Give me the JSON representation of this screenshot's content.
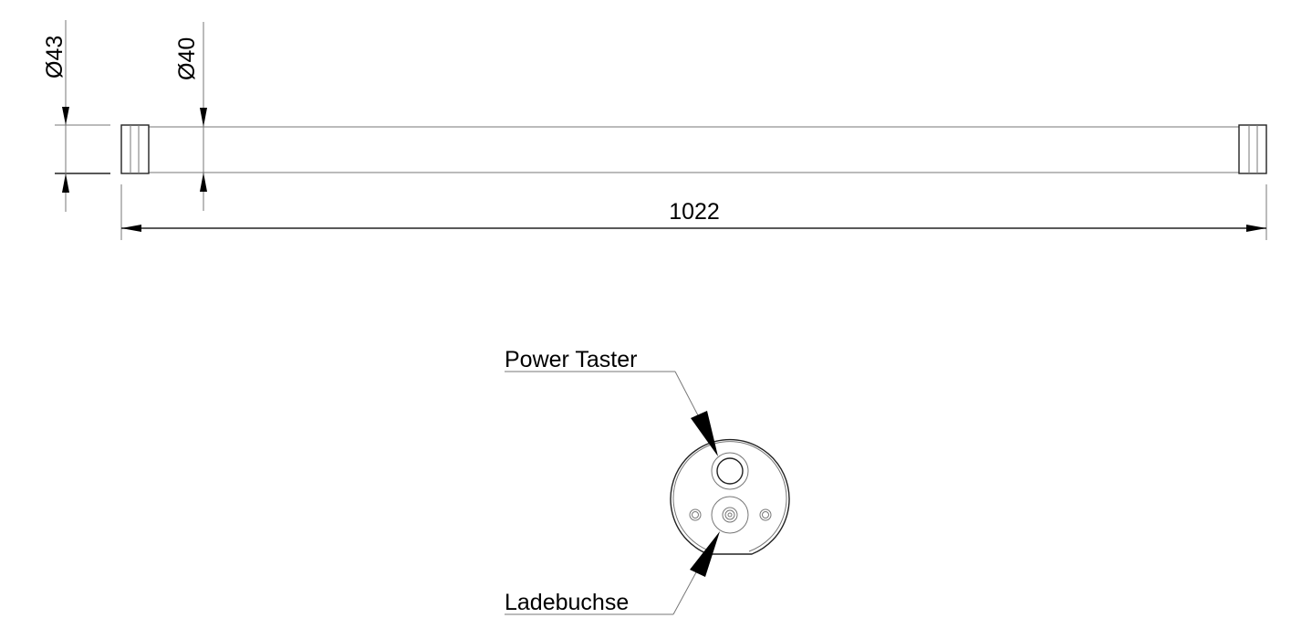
{
  "drawing": {
    "dimensions": {
      "outer_diameter": "Ø43",
      "tube_diameter": "Ø40",
      "length": "1022"
    },
    "labels": {
      "power_button": "Power Taster",
      "charging_port": "Ladebuchse"
    }
  }
}
